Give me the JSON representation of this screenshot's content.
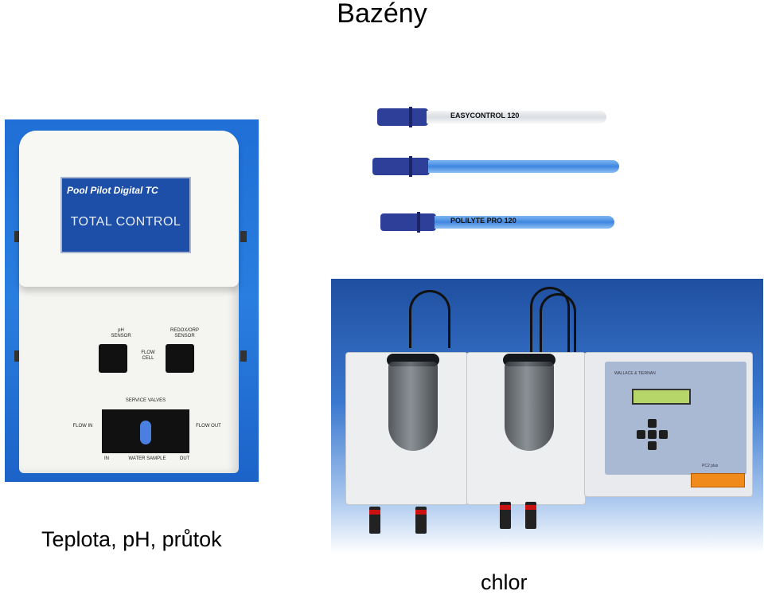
{
  "page": {
    "title": "Bazény",
    "caption_left": "Teplota, pH, průtok",
    "caption_right": "chlor"
  },
  "pool_pilot_photo": {
    "brand": "Pool Pilot Digital TC",
    "display_text": "TOTAL CONTROL",
    "ph_sensor_label": "pH\nSENSOR",
    "redox_sensor_label": "REDOX/ORP\nSENSOR",
    "flow_cell_label": "FLOW\nCELL",
    "service_valves_label": "SERVICE VALVES",
    "flow_in_label": "FLOW IN",
    "flow_out_label": "FLOW OUT",
    "in_label": "IN",
    "water_sample_label": "WATER SAMPLE",
    "out_label": "OUT"
  },
  "electrodes_photo": {
    "electrode_1_label": "EASYCONTROL 120",
    "electrode_3_label": "POLILYTE PRO 120"
  },
  "dosing_station_photo": {
    "brand_label": "WALLACE & TIERNAN",
    "model_label": "PC2 plus"
  },
  "colors": {
    "pool_pilot_background": "#2a7ee0",
    "display_blue": "#1d4fa8",
    "electrode_blue": "#2e3f9a"
  }
}
